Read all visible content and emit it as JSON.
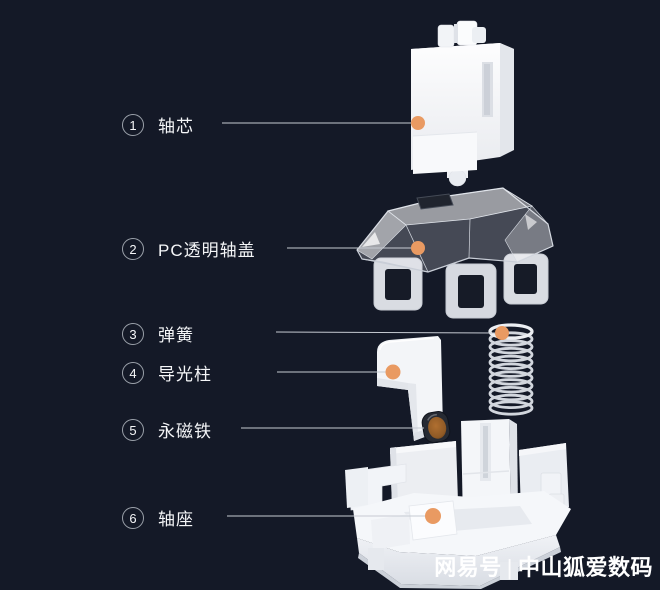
{
  "colors": {
    "background": "#141927",
    "marker_dot": "#E99A62",
    "leader_line": "#C6CAD2",
    "label_text": "#F5F6F8",
    "circle_border": "#9AA0A9",
    "magnet_copper": "#8F5A26",
    "plastic_white": "#F4F6F9"
  },
  "diagram": {
    "type": "exploded-view",
    "labels": [
      {
        "num": "1",
        "text": "轴芯"
      },
      {
        "num": "2",
        "text": "PC透明轴盖"
      },
      {
        "num": "3",
        "text": "弹簧"
      },
      {
        "num": "4",
        "text": "导光柱"
      },
      {
        "num": "5",
        "text": "永磁铁"
      },
      {
        "num": "6",
        "text": "轴座"
      }
    ]
  },
  "watermark": {
    "brand": "网易号",
    "separator": "|",
    "account": "中山狐爱数码"
  }
}
